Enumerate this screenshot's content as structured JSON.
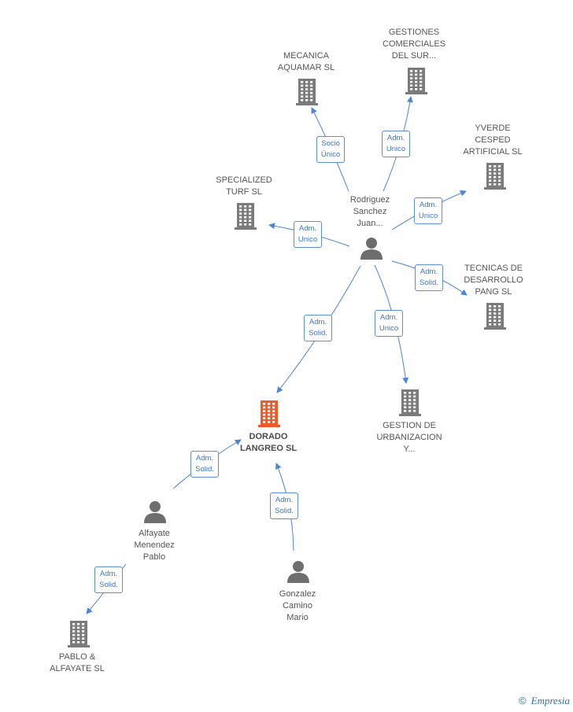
{
  "colors": {
    "edge": "#4a86d8",
    "building": "#7b7b7b",
    "building_focus": "#f05a28",
    "person": "#6e6e6e"
  },
  "nodes": {
    "mecanica": "MECANICA\nAQUAMAR SL",
    "gestiones": "GESTIONES\nCOMERCIALES\nDEL SUR...",
    "yverde": "YVERDE\nCESPED\nARTIFICIAL SL",
    "specialized": "SPECIALIZED\nTURF  SL",
    "rodriguez": "Rodriguez\nSanchez\nJuan...",
    "tecnicas": "TECNICAS DE\nDESARROLLO\nPANG SL",
    "gestion_urb": "GESTION DE\nURBANIZACION\nY...",
    "dorado": "DORADO\nLANGREO SL",
    "alfayate": "Alfayate\nMenendez\nPablo",
    "gonzalez": "Gonzalez\nCamino\nMario",
    "pablo": "PABLO &\nALFAYATE SL"
  },
  "badges": {
    "b1": [
      "Socio",
      "Único"
    ],
    "b2": [
      "Adm.",
      "Unico"
    ],
    "b3": [
      "Adm.",
      "Unico"
    ],
    "b4": [
      "Adm.",
      "Unico"
    ],
    "b5": [
      "Adm.",
      "Solid."
    ],
    "b6": [
      "Adm.",
      "Solid."
    ],
    "b7": [
      "Adm.",
      "Unico"
    ],
    "b8": [
      "Adm.",
      "Solid."
    ],
    "b9": [
      "Adm.",
      "Solid."
    ],
    "b10": [
      "Adm.",
      "Solid."
    ]
  },
  "watermark": {
    "copyright": "©",
    "brand": "Empresia"
  }
}
